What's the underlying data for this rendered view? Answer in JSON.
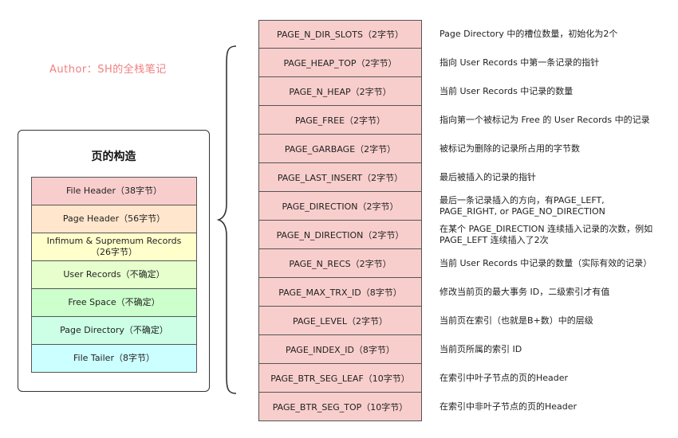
{
  "author": {
    "text": "Author：SH的全栈笔记",
    "color": "#f08080"
  },
  "page": {
    "title": "页的构造",
    "segments": [
      {
        "label": "File Header（38字节）",
        "color": "#f8cecc"
      },
      {
        "label": "Page Header（56字节）",
        "color": "#ffe6cc"
      },
      {
        "label": "Infimum & Supremum Records\n（26字节）",
        "color": "#ffffcc"
      },
      {
        "label": "User Records（不确定）",
        "color": "#e6ffcc"
      },
      {
        "label": "Free Space（不确定）",
        "color": "#ccffcc"
      },
      {
        "label": "Page Directory（不确定）",
        "color": "#ccffe6"
      },
      {
        "label": "File Tailer（8字节）",
        "color": "#ccffff"
      }
    ]
  },
  "fields": [
    {
      "name": "PAGE_N_DIR_SLOTS（2字节）",
      "desc": "Page Directory 中的槽位数量，初始化为2个"
    },
    {
      "name": "PAGE_HEAP_TOP（2字节）",
      "desc": "指向 User Records 中第一条记录的指针"
    },
    {
      "name": "PAGE_N_HEAP（2字节）",
      "desc": "当前 User Records 中记录的数量"
    },
    {
      "name": "PAGE_FREE（2字节）",
      "desc": "指向第一个被标记为 Free 的 User Records 中的记录"
    },
    {
      "name": "PAGE_GARBAGE（2字节）",
      "desc": "被标记为删除的记录所占用的字节数"
    },
    {
      "name": "PAGE_LAST_INSERT（2字节）",
      "desc": "最后被插入的记录的指针"
    },
    {
      "name": "PAGE_DIRECTION（2字节）",
      "desc": "最后一条记录插入的方向，有PAGE_LEFT,\nPAGE_RIGHT, or PAGE_NO_DIRECTION"
    },
    {
      "name": "PAGE_N_DIRECTION（2字节）",
      "desc": "在某个 PAGE_DIRECTION 连续插入记录的次数，例如\nPAGE_LEFT 连续插入了2次"
    },
    {
      "name": "PAGE_N_RECS（2字节）",
      "desc": "当前 User Records 中记录的数量（实际有效的记录）"
    },
    {
      "name": "PAGE_MAX_TRX_ID（8字节）",
      "desc": "修改当前页的最大事务 ID，二级索引才有值"
    },
    {
      "name": "PAGE_LEVEL（2字节）",
      "desc": "当前页在索引（也就是B+数）中的层级"
    },
    {
      "name": "PAGE_INDEX_ID（8字节）",
      "desc": "当前页所属的索引 ID"
    },
    {
      "name": "PAGE_BTR_SEG_LEAF（10字节）",
      "desc": "在索引中叶子节点的页的Header"
    },
    {
      "name": "PAGE_BTR_SEG_TOP（10字节）",
      "desc": "在索引中非叶子节点的页的Header"
    }
  ],
  "colors": {
    "field_fill": "#f8cecc",
    "border": "#555555"
  }
}
